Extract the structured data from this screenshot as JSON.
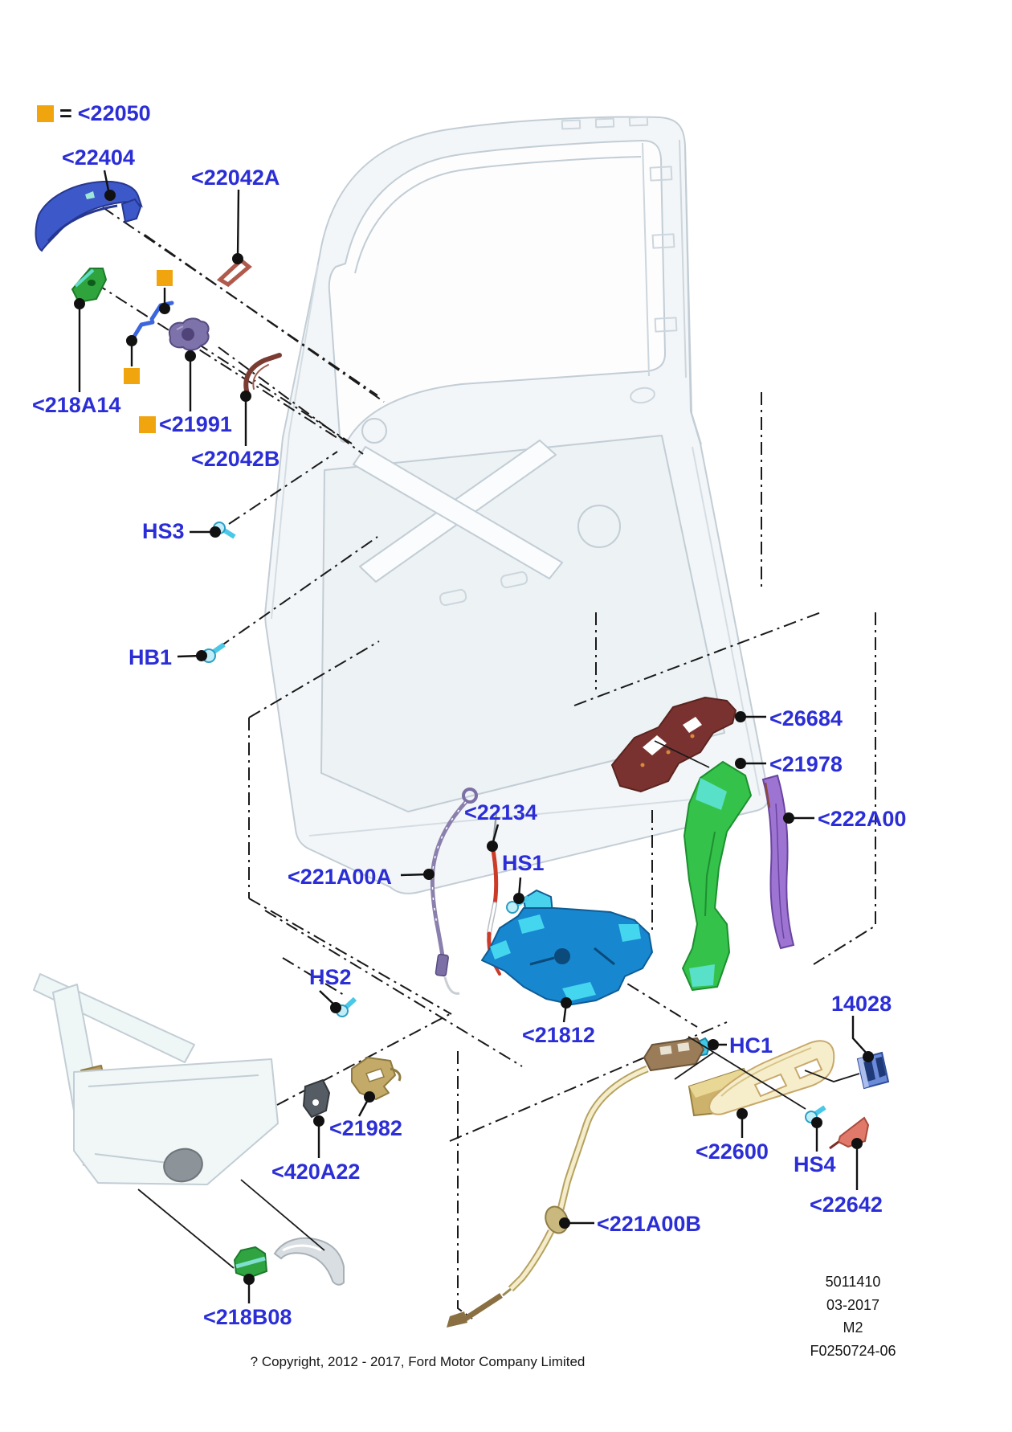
{
  "colors": {
    "label_blue": "#2b2ed6",
    "legend_orange": "#f0a50f",
    "line_black": "#1a1a1a",
    "door_outline": "#c2cdd5"
  },
  "legend": {
    "equals_sign": "=",
    "part_number": "<22050"
  },
  "callouts": {
    "c22404": "<22404",
    "c22042A": "<22042A",
    "c218A14": "<218A14",
    "c21991": "<21991",
    "c22042B": "<22042B",
    "hs3": "HS3",
    "hb1": "HB1",
    "c26684": "<26684",
    "c21978": "<21978",
    "c222A00": "<222A00",
    "c22134": "<22134",
    "c221A00A": "<221A00A",
    "hs1": "HS1",
    "hs2": "HS2",
    "c21812": "<21812",
    "c14028": "14028",
    "hc1": "HC1",
    "c22600": "<22600",
    "hs4": "HS4",
    "c22642": "<22642",
    "c221A00B": "<221A00B",
    "c21982": "<21982",
    "c420A22": "<420A22",
    "c218B08": "<218B08"
  },
  "footer": {
    "doc_number": "5011410",
    "date": "03-2017",
    "revision": "M2",
    "figure_code": "F0250724-06",
    "copyright": "? Copyright, 2012 - 2017, Ford Motor Company Limited"
  }
}
